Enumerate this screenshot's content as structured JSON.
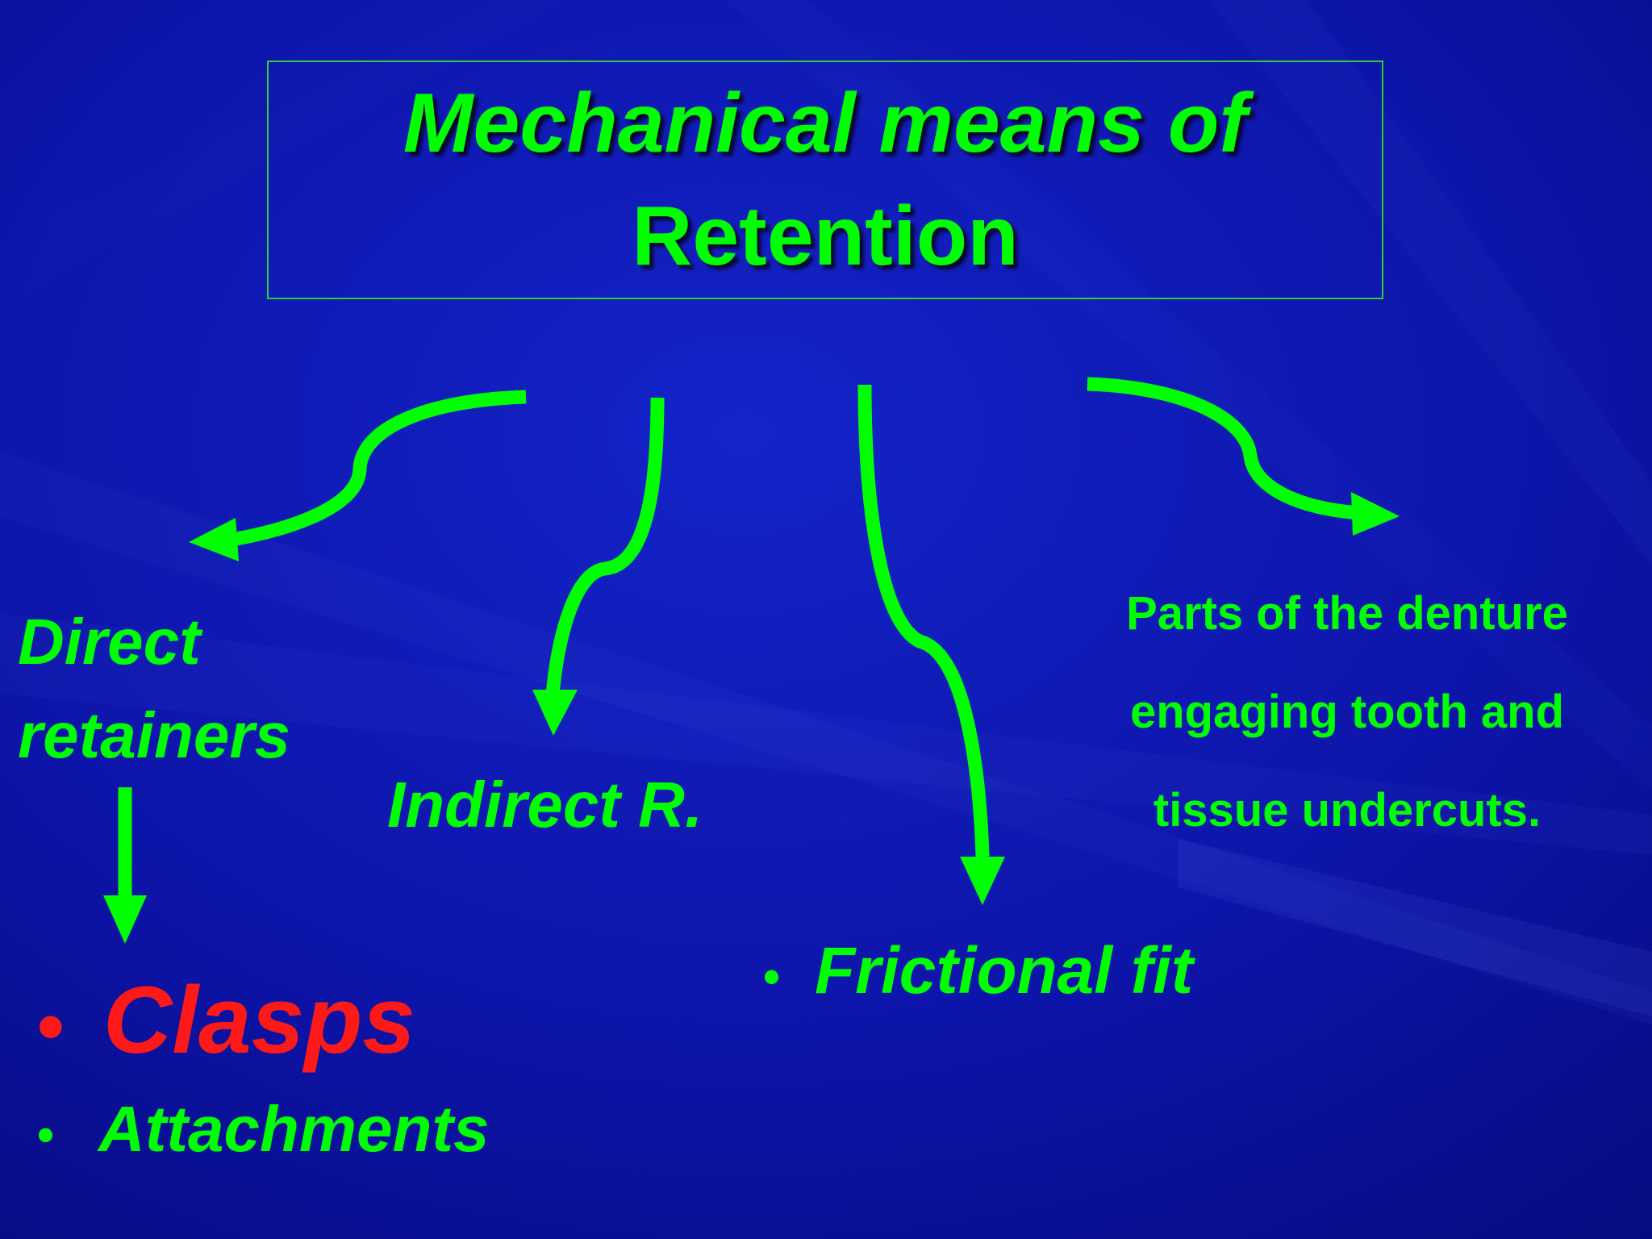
{
  "title": {
    "line1": "Mechanical means of",
    "line2": "Retention"
  },
  "branches": {
    "direct": {
      "line1": "Direct",
      "line2": "retainers"
    },
    "indirect": {
      "label": "Indirect R."
    },
    "frictional": {
      "bullet": "•",
      "label": "Frictional fit"
    },
    "parts": {
      "line1": "Parts of the denture",
      "line2": "engaging tooth and",
      "line3": "tissue undercuts."
    }
  },
  "direct_items": [
    {
      "bullet": "•",
      "label": "Clasps"
    },
    {
      "bullet": "•",
      "label": "Attachments"
    }
  ],
  "colors": {
    "background": "#0a0f9c",
    "accent": "#00ff00",
    "highlight": "#ff1a1a"
  }
}
